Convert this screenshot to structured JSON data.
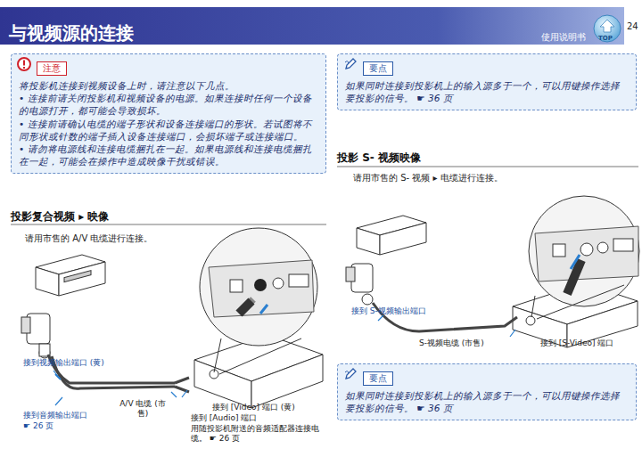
{
  "diagram": {
    "title": "与视频源的连接",
    "nodes": [
      {
        "text": [
          "注意",
          "将投影机连接到视频设备上时，请注意以下几点。",
          "• 连接前请关闭投影机和视频设备的电源。如果连接时任何一个设备的电源打开，都可能会导致损坏。",
          "• 连接前请确认电缆的端子形状和设备连接端口的形状。若试图将不同形状或针数的端子插入设备连接端口，会损坏端子或连接端口。",
          "• 请勿将电源线和连接电缆捆扎在一起。如果电源线和连接电缆捆扎在一起，可能会在操作中造成映像干扰或错误。"
        ]
      },
      {
        "text": [
          "要点",
          "如果同时连接到投影机上的输入源多于一个，可以用键操作选择要投影的信号。 ☛ 36 页"
        ]
      },
      {
        "text": [
          "要点",
          "如果同时连接到投影机上的输入源多于一个，可以用键操作选择要投影的信号。 ☛ 36 页"
        ]
      }
    ],
    "labels": [
      "使用说明书",
      "TOP",
      "24",
      "投影复合视频 ▸ 映像",
      "请用市售的 A/V 电缆进行连接。",
      "接到视频输出端口 (黄)",
      "接到音频输出端口",
      "☛ 26 页",
      "A/V 电缆 (市售)",
      "接到 [Video] 端口 (黄)",
      "接到 [Audio] 端口",
      "用随投影机附送的音频适配器连接电缆。 ☛ 26 页",
      "投影 S- 视频映像",
      "请用市售的 S- 视频 ▸ 电缆进行连接。",
      "接到 S-视频输出端口",
      "S-视频电缆 (市售)",
      "接到 [S-Video] 端口"
    ]
  }
}
